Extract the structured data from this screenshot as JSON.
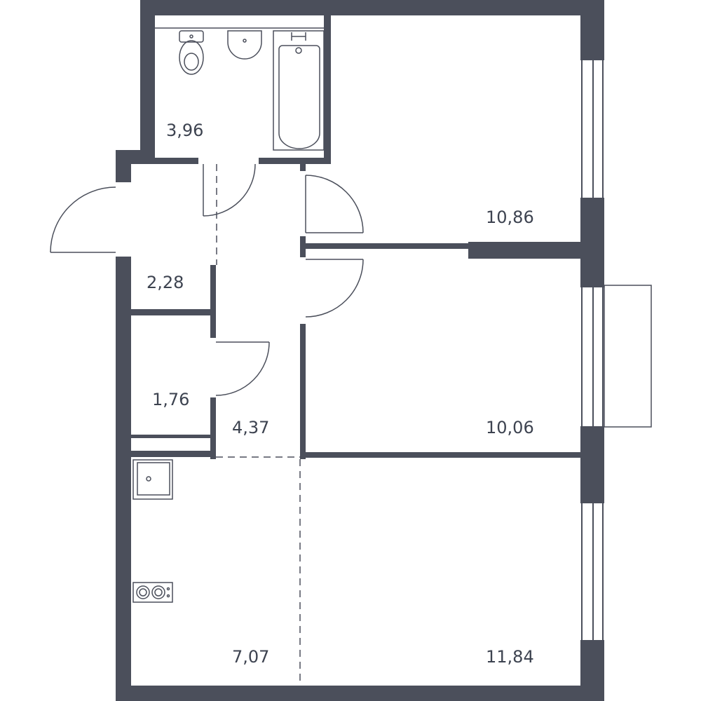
{
  "colors": {
    "wall": "#4b4f5b",
    "line": "#4b4f5b",
    "label": "#3d4350",
    "background": "#ffffff"
  },
  "rooms": {
    "bathroom": {
      "area": "3,96"
    },
    "bedroom_top": {
      "area": "10,86"
    },
    "hall": {
      "area": "2,28"
    },
    "closet": {
      "area": "1,76"
    },
    "corridor": {
      "area": "4,37"
    },
    "bedroom_middle": {
      "area": "10,06"
    },
    "kitchen": {
      "area": "7,07"
    },
    "living_room": {
      "area": "11,84"
    }
  },
  "fixtures": {
    "toilet": "toilet-icon",
    "sink": "sink-icon",
    "bathtub": "bathtub-icon",
    "kitchen_sink": "kitchen-sink-icon",
    "stove": "stove-icon"
  }
}
